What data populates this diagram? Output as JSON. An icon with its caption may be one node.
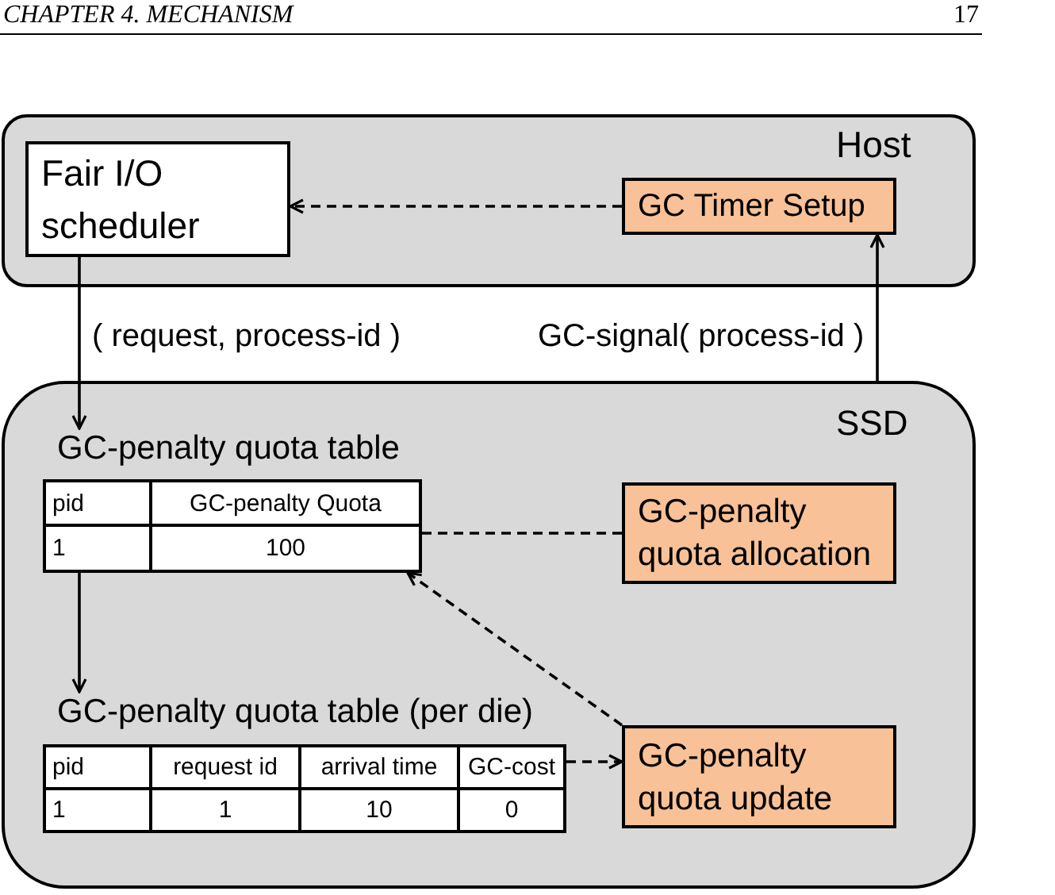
{
  "diagram": {
    "nodes": [
      {
        "text": [
          "Host"
        ]
      },
      {
        "text": [
          "Fair I/O scheduler"
        ],
        "in": 0
      },
      {
        "text": [
          "GC Timer Setup"
        ],
        "in": 0
      },
      {
        "text": [
          "SSD"
        ]
      },
      {
        "text": [
          "GC-penalty quota table",
          "pid",
          "GC-penalty Quota",
          "1",
          "100"
        ],
        "in": 3
      },
      {
        "text": [
          "GC-penalty quota allocation"
        ],
        "in": 3
      },
      {
        "text": [
          "GC-penalty quota table (per die)",
          "pid",
          "request id",
          "arrival time",
          "GC-cost",
          "1",
          "1",
          "10",
          "0"
        ],
        "in": 3
      },
      {
        "text": [
          "GC-penalty quota update"
        ],
        "in": 3
      }
    ],
    "edges": [
      {
        "from": 2,
        "to": 1,
        "arrow": "to",
        "style": "dashed"
      },
      {
        "from": 1,
        "to": 4,
        "arrow": "to",
        "label": "( request, process-id )"
      },
      {
        "from": 3,
        "to": 2,
        "arrow": "to",
        "label": "GC-signal( process-id )"
      },
      {
        "from": 5,
        "to": 4,
        "arrow": "none",
        "style": "dashed"
      },
      {
        "from": 4,
        "to": 6,
        "arrow": "to"
      },
      {
        "from": 7,
        "to": 4,
        "arrow": "to",
        "style": "dashed"
      },
      {
        "from": 6,
        "to": 7,
        "arrow": "to",
        "style": "dashed"
      }
    ],
    "labels": [
      "CHAPTER 4. MECHANISM",
      "17"
    ]
  }
}
